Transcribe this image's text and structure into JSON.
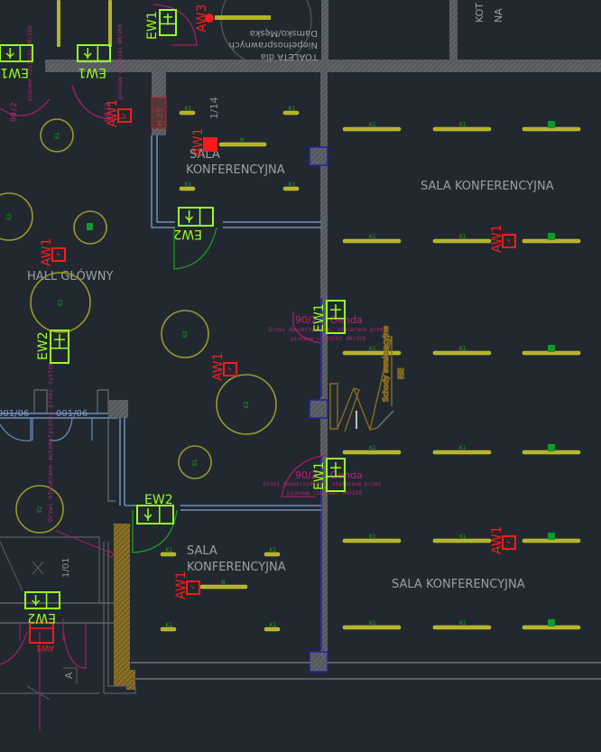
{
  "drawing": {
    "type": "floor-plan",
    "subject": "emergency lighting layout",
    "colors": {
      "background": "#212830",
      "wall": "#5a5e63",
      "wall_hatch": "#6a6e73",
      "column": "#1a1aa0",
      "partition": "#6f8fb8",
      "luminaire": "#b3b32a",
      "lamp_tag": "#1fa31f",
      "aw_fixture": "#ff1a1a",
      "ew_sign": "#99ff22",
      "annotation": "#c0207a",
      "room_text": "#9aa0a6",
      "door_swing_green": "#1f9a1f",
      "stair": "#8a6d1f"
    }
  },
  "rooms": [
    {
      "id": "sala-top-left",
      "label_lines": [
        "SALA",
        "KONFERENCYJNA"
      ]
    },
    {
      "id": "sala-right-top",
      "label_lines": [
        "SALA KONFERENCYJNA"
      ]
    },
    {
      "id": "hall",
      "label_lines": [
        "HALL GŁÓWNY"
      ]
    },
    {
      "id": "sala-bottom-left",
      "label_lines": [
        "SALA",
        "KONFERENCYJNA"
      ]
    },
    {
      "id": "sala-right-bottom",
      "label_lines": [
        "SALA KONFERENCYJNA"
      ]
    },
    {
      "id": "toilet",
      "label_lines": [
        "TOALETA dla",
        "Niepełnosprawnych",
        "Damsko/Męska"
      ]
    },
    {
      "id": "corner-room",
      "label_lines": [
        "KOT",
        "NA"
      ]
    }
  ],
  "tags": {
    "room_number_1": "1/14",
    "room_number_2": "1/01",
    "door_numbers": [
      "001/06",
      "001/06"
    ],
    "hydrant": "H 25",
    "section_marker": "A",
    "lamp_tags": [
      "K1",
      "K2",
      "K3",
      "E1",
      "E2",
      "N"
    ]
  },
  "fixtures": {
    "aw": [
      {
        "label": "AW1"
      },
      {
        "label": "AW1"
      },
      {
        "label": "AW1"
      },
      {
        "label": "AW1"
      },
      {
        "label": "AW1"
      },
      {
        "label": "AW1"
      },
      {
        "label": "AW1"
      },
      {
        "label": "AW3"
      },
      {
        "label": "AW1"
      }
    ],
    "ew": [
      {
        "label": "EW1"
      },
      {
        "label": "EW1"
      },
      {
        "label": "EW1"
      },
      {
        "label": "EW2"
      },
      {
        "label": "EW2"
      },
      {
        "label": "EW1"
      },
      {
        "label": "EW1"
      },
      {
        "label": "EW2"
      },
      {
        "label": "EW2"
      }
    ]
  },
  "annotations": {
    "door_note_title": "90/2... Genda",
    "door_note_line1": "Drzwi dwuskrzydłowe, otwierane przez",
    "door_note_line2": "pionowe czujniki  90/250",
    "door_note_short": "90/2",
    "vertical_note": "Drzwi otwierane automatycznie przez system",
    "stair_note": "Schody ewakuacyjne",
    "stair_code": "EIE"
  }
}
